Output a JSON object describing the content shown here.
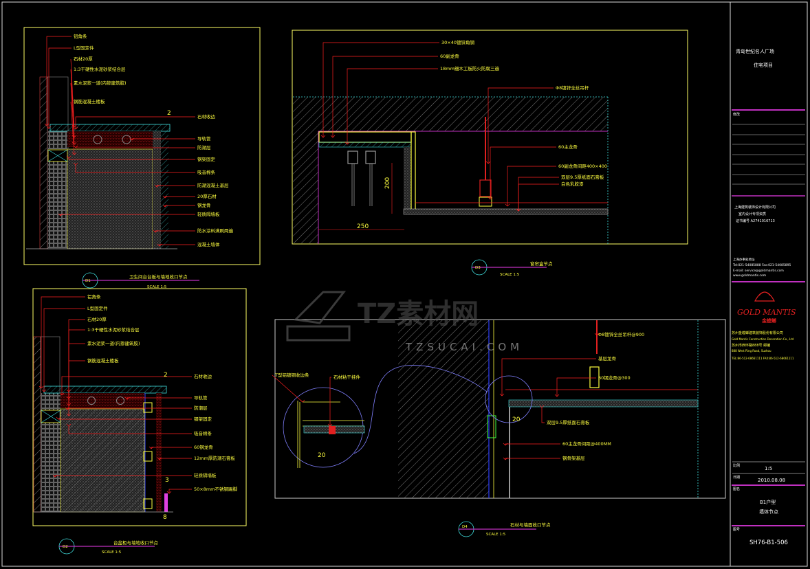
{
  "title_block": {
    "project_name": "青岛世纪名人广场",
    "project_sub": "住宅项目",
    "revision_heading": "修改",
    "designer_company": "上海建筑装饰设计有限公司",
    "designer_line2": "室内设计专项资质",
    "designer_line3": "证书编号 A2741016713",
    "contact_company": "上海办事处地址",
    "contact_tel": "Tel:021-54085888   Fax:021-54085895",
    "contact_email": "E-mail: service@goldmantis.com",
    "contact_web": "www.goldmantis.com",
    "logo_text": "GOLD MANTIS",
    "logo_cn": "金螳螂",
    "gm_company_cn": "苏州金螳螂建筑装饰股份有限公司",
    "gm_company_en": "Gold Mantis Construction Decoration Co., Ltd",
    "gm_address_cn": "苏州市西环路888号  邮编",
    "gm_address_en": "888 West Ring Road, Suzhou",
    "gm_tel": "TEL:86-512-68661111  FAX:86-512-68661111",
    "scale_label": "比例",
    "scale_value": "1:5",
    "date_label": "日期",
    "date_value": "2010.08.08",
    "drawing_name_label": "图名",
    "drawing_name_1": "B1户型",
    "drawing_name_2": "墙体节点",
    "drawing_no_label": "图号",
    "drawing_no": "SH76-B1-506"
  },
  "watermark": {
    "brand": "TZ素材网",
    "url": "TZSUCAI.COM",
    "tile": "TZ素材网"
  },
  "details": {
    "d1": {
      "id": "D1",
      "title": "卫生间台台板与墙地收口节点",
      "scale": "SCALE 1:5",
      "dim": "2",
      "labels_left": [
        "铝角条",
        "L型固定件",
        "石材20厚",
        "1:3干硬性水泥砂浆结合层",
        "素水泥浆一道(内掺建筑胶)",
        "钢筋混凝土楼板"
      ],
      "labels_right": [
        "石材收边",
        "导轨管",
        "防潮层",
        "钢架固定",
        "吸音棉条",
        "防潮混凝土基层",
        "20厚石材",
        "钢龙骨",
        "轻质隔墙板",
        "防水涂料满刷两遍",
        "混凝土墙体"
      ]
    },
    "d2": {
      "id": "D2",
      "title": "台盆柜与墙地收口节点",
      "scale": "SCALE 1:5",
      "dims": [
        "2",
        "3",
        "8"
      ],
      "labels_left": [
        "铝角条",
        "L型固定件",
        "石材20厚",
        "1:3干硬性水泥砂浆结合层",
        "素水泥浆一道(内掺建筑胶)",
        "钢筋混凝土楼板"
      ],
      "labels_right": [
        "石材收边",
        "导轨管",
        "防潮层",
        "钢架固定",
        "吸音棉条",
        "60钢龙骨",
        "12mm厚防潮石膏板",
        "轻质隔墙板",
        "50×8mm不锈钢踢脚"
      ]
    },
    "d3": {
      "id": "D3",
      "title": "窗帘盒节点",
      "scale": "SCALE 1:5",
      "dims": [
        "250",
        "200"
      ],
      "labels": [
        "30×40镀锌角钢",
        "60副龙骨",
        "18mm细木工板防火防腐三遍",
        "Φ8镀锌全丝吊杆",
        "60主龙骨",
        "60副龙骨间距400×400",
        "双层9.5厚纸面石膏板",
        "白色乳胶漆"
      ]
    },
    "d4": {
      "id": "D4",
      "title": "石材与墙面收口节点",
      "scale": "SCALE 1:5",
      "dims": [
        "20",
        "20"
      ],
      "labels": [
        "Φ8镀锌全丝吊杆@900",
        "基层龙骨",
        "60钢龙骨@300",
        "T型铝镀铜收边条",
        "石材粘干挂件",
        "双层9.5厚纸面石膏板",
        "60主龙骨间距@400MM",
        "钢骨架基层"
      ]
    }
  },
  "colors": {
    "background": "#000000",
    "text": "#ffff40",
    "leader": "#ff2020",
    "frame": "#ffff66",
    "magenta": "#c030c0",
    "cyan": "#40e0e0"
  }
}
